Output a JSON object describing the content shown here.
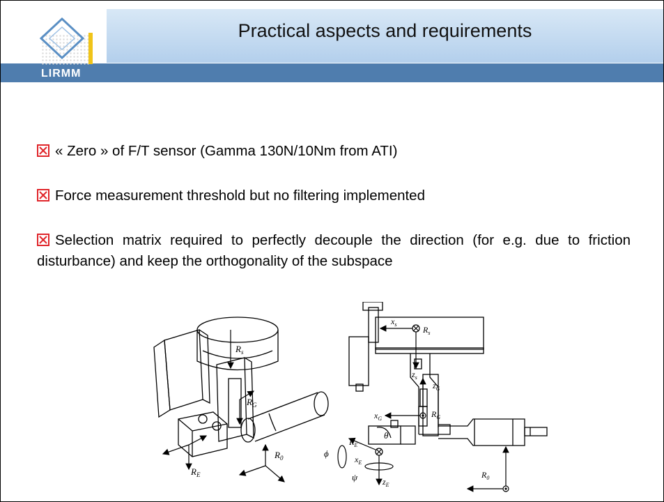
{
  "header": {
    "title": "Practical aspects and requirements",
    "logo_text": "LIRMM"
  },
  "bullets": [
    "« Zero » of F/T sensor (Gamma 130N/10Nm from ATI)",
    "Force measurement threshold but no filtering implemented",
    "Selection matrix required to perfectly decouple the direction (for e.g. due to friction disturbance) and keep the orthogonality of the subspace"
  ],
  "figure_left": {
    "labels": {
      "rs": "R",
      "rs_sub": "s",
      "rg": "R",
      "rg_sub": "G",
      "re": "R",
      "re_sub": "E",
      "r0": "R",
      "r0_sub": "0"
    }
  },
  "figure_right": {
    "labels": {
      "xs": "x",
      "xs_sub": "s",
      "rs": "R",
      "rs_sub": "s",
      "zs": "z",
      "zs_sub": "s",
      "zg": "z",
      "zg_sub": "G",
      "xg": "x",
      "xg_sub": "G",
      "rg": "R",
      "rg_sub": "G",
      "re": "R",
      "re_sub": "E",
      "theta": "θ",
      "phi": "ϕ",
      "xe": "x",
      "xe_sub": "E",
      "psi": "ψ",
      "ze": "z",
      "ze_sub": "E",
      "r0": "R",
      "r0_sub": "0"
    }
  },
  "colors": {
    "accent": "#e0252a",
    "bar": "#4f7dae",
    "band_top": "#d8e8f6",
    "band_bottom": "#b3cfec"
  }
}
